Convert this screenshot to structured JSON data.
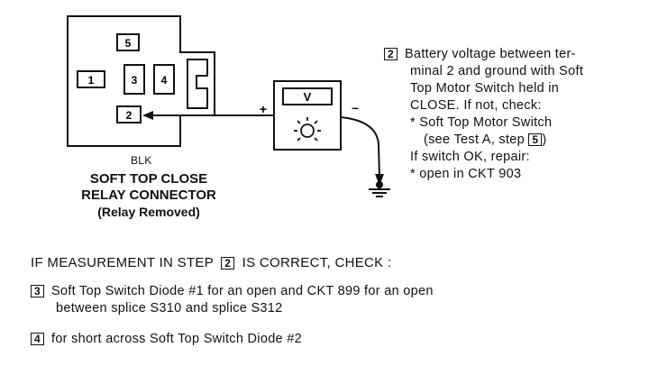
{
  "connector": {
    "terminals": [
      "5",
      "1",
      "3",
      "4",
      "2"
    ],
    "wire_color": "BLK",
    "title_line1": "SOFT TOP CLOSE",
    "title_line2": "RELAY CONNECTOR",
    "subtitle": "(Relay Removed)"
  },
  "meter": {
    "display": "V",
    "plus": "+",
    "minus": "–"
  },
  "step2": {
    "num": "2",
    "lines": [
      "Battery voltage between ter-",
      "minal 2 and ground with Soft",
      "Top Motor Switch held in",
      "CLOSE. If not, check:",
      "* Soft Top Motor Switch",
      "(see Test A, step",
      "5",
      ")",
      "If switch OK, repair:",
      "* open in CKT 903"
    ]
  },
  "footer": {
    "heading_pre": "IF MEASUREMENT IN STEP",
    "heading_num": "2",
    "heading_post": "IS CORRECT, CHECK :",
    "step3_num": "3",
    "step3_line1": "Soft Top Switch Diode #1 for an open and CKT 899 for an open",
    "step3_line2": "between splice S310 and splice S312",
    "step4_num": "4",
    "step4_line1": "for short across Soft Top Switch Diode #2"
  }
}
